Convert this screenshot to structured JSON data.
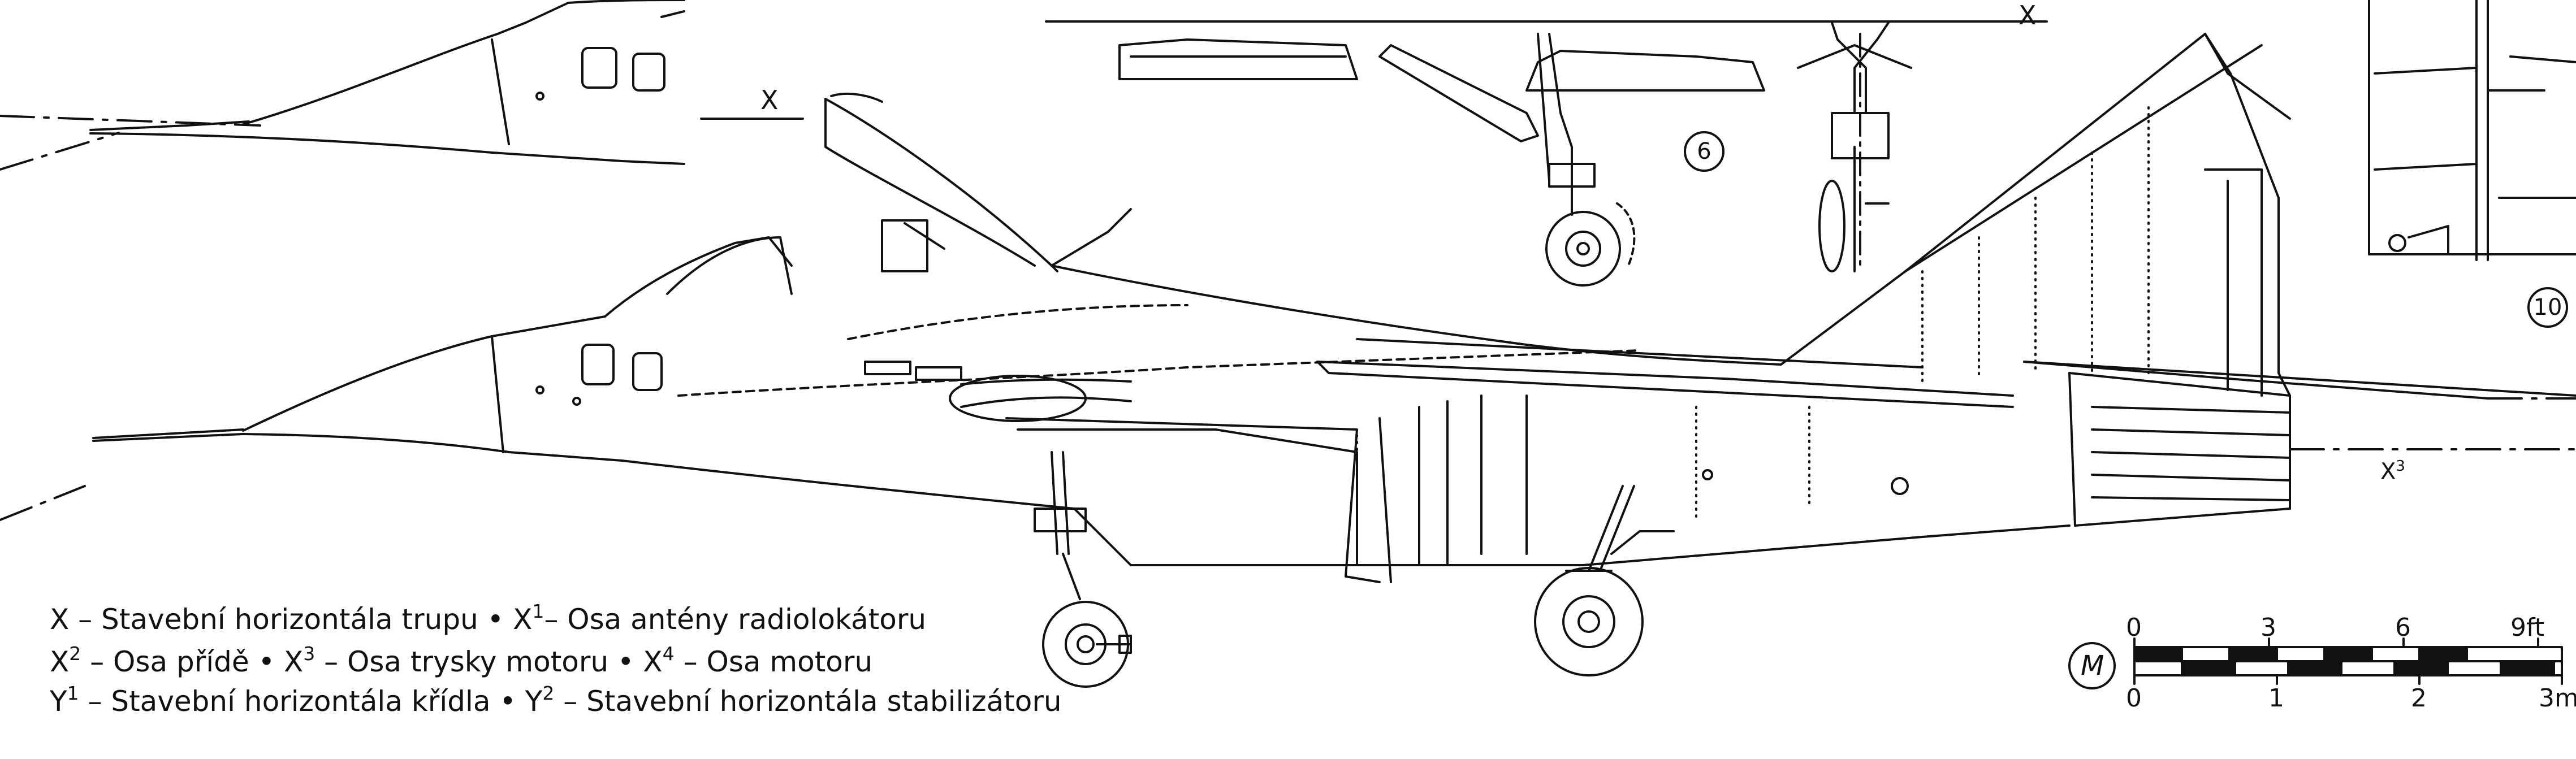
{
  "labels": {
    "x_top_left": "X",
    "x_top_right": "X",
    "x3_label": "X",
    "x3_sup": "3",
    "circle_6": "6",
    "circle_10": "10"
  },
  "legend": [
    {
      "parts": [
        "X – Stavební horizontála trupu • X",
        "1",
        "– Osa antény radiolokátoru"
      ]
    },
    {
      "parts": [
        "X",
        "2",
        " – Osa přídě • X",
        "3",
        " – Osa trysky motoru • X",
        "4",
        " – Osa motoru"
      ]
    },
    {
      "parts": [
        "Y",
        "1",
        " – Stavební horizontála křídla • Y",
        "2",
        " – Stavební horizontála stabilizátoru"
      ]
    }
  ],
  "scale": {
    "feet_ticks": [
      "0",
      "3",
      "6",
      "9ft"
    ],
    "meter_ticks": [
      "0",
      "1",
      "2",
      "3m"
    ]
  },
  "logo_text": "M"
}
